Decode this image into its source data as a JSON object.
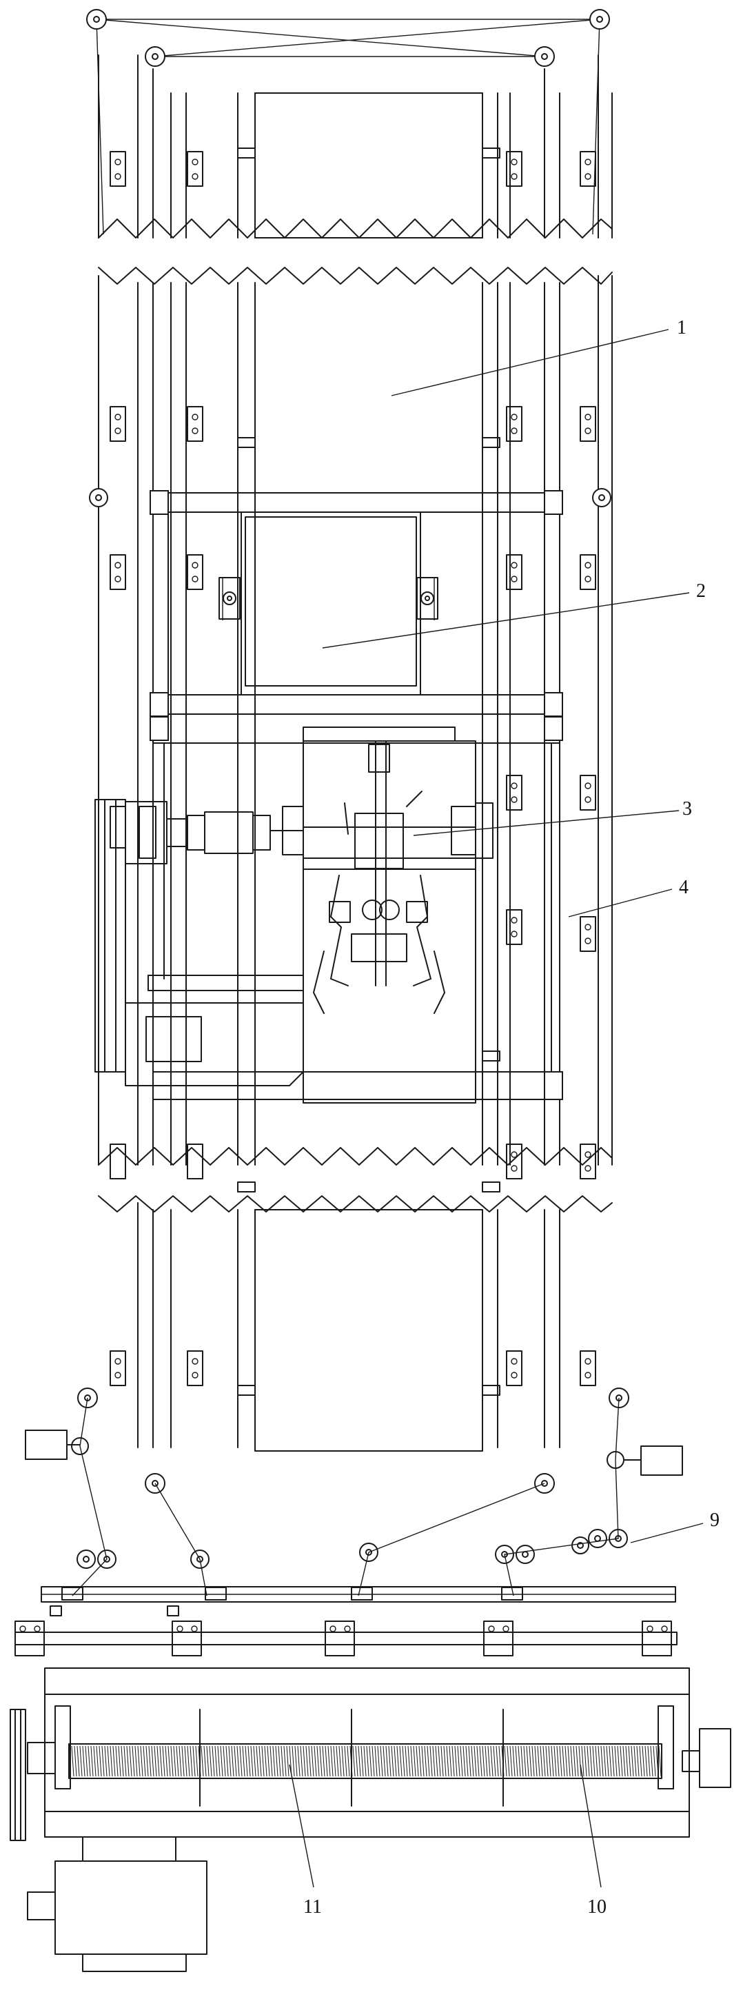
{
  "diagram": {
    "callouts": [
      {
        "id": "1",
        "text": "1"
      },
      {
        "id": "2",
        "text": "2"
      },
      {
        "id": "3",
        "text": "3"
      },
      {
        "id": "4",
        "text": "4"
      },
      {
        "id": "9",
        "text": "9"
      },
      {
        "id": "10",
        "text": "10"
      },
      {
        "id": "11",
        "text": "11"
      }
    ]
  }
}
